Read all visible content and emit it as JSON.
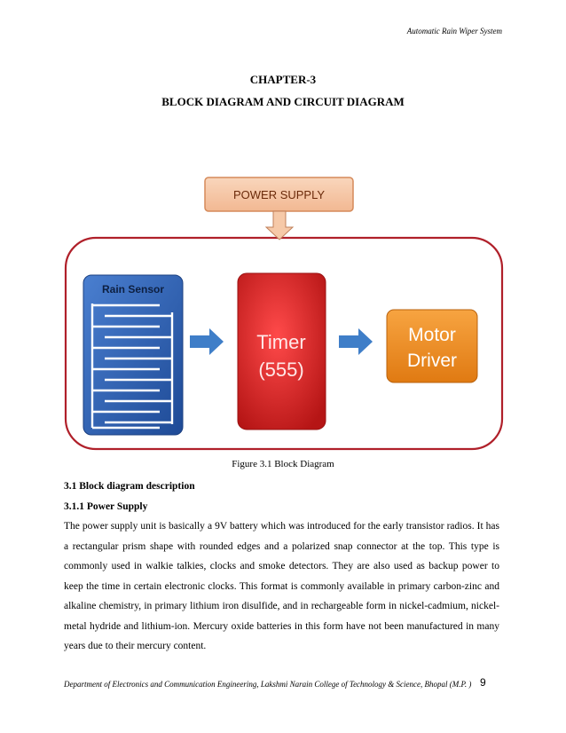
{
  "header": {
    "running_title": "Automatic Rain Wiper System"
  },
  "chapter": {
    "number": "CHAPTER-3",
    "title": "BLOCK DIAGRAM AND CIRCUIT DIAGRAM"
  },
  "diagram": {
    "power_supply": "POWER SUPPLY",
    "rain_sensor": "Rain Sensor",
    "timer_line1": "Timer",
    "timer_line2": "(555)",
    "motor_line1": "Motor",
    "motor_line2": "Driver",
    "caption": "Figure  3.1 Block  Diagram",
    "colors": {
      "power_supply_fill": "#f6c9a8",
      "power_supply_border": "#d58a5a",
      "enclosure_border": "#b0202a",
      "sensor_fill": "#2c5fb3",
      "timer_fill": "#d92323",
      "motor_fill": "#ef8a1e",
      "arrow_fill": "#3f7ec8"
    }
  },
  "section": {
    "heading1": "3.1 Block diagram  description",
    "heading2": "3.1.1 Power  Supply",
    "paragraph": "The power supply unit is basically a 9V battery which was introduced for the early transistor radios. It has a rectangular prism shape with rounded edges and a polarized snap connector at the top. This type is commonly used in walkie talkies, clocks and smoke detectors. They are also used as backup power to keep the time in certain electronic clocks. This format is commonly available in primary carbon-zinc and alkaline chemistry, in primary lithium iron disulfide, and in rechargeable form in nickel-cadmium, nickel-metal hydride and lithium-ion. Mercury oxide batteries in this form have not been manufactured  in many years due to their mercury  content."
  },
  "footer": {
    "department": "Department of Electronics and Communication Engineering, Lakshmi Narain College of Technology & Science, Bhopal (M.P. )",
    "page_number": "9"
  }
}
